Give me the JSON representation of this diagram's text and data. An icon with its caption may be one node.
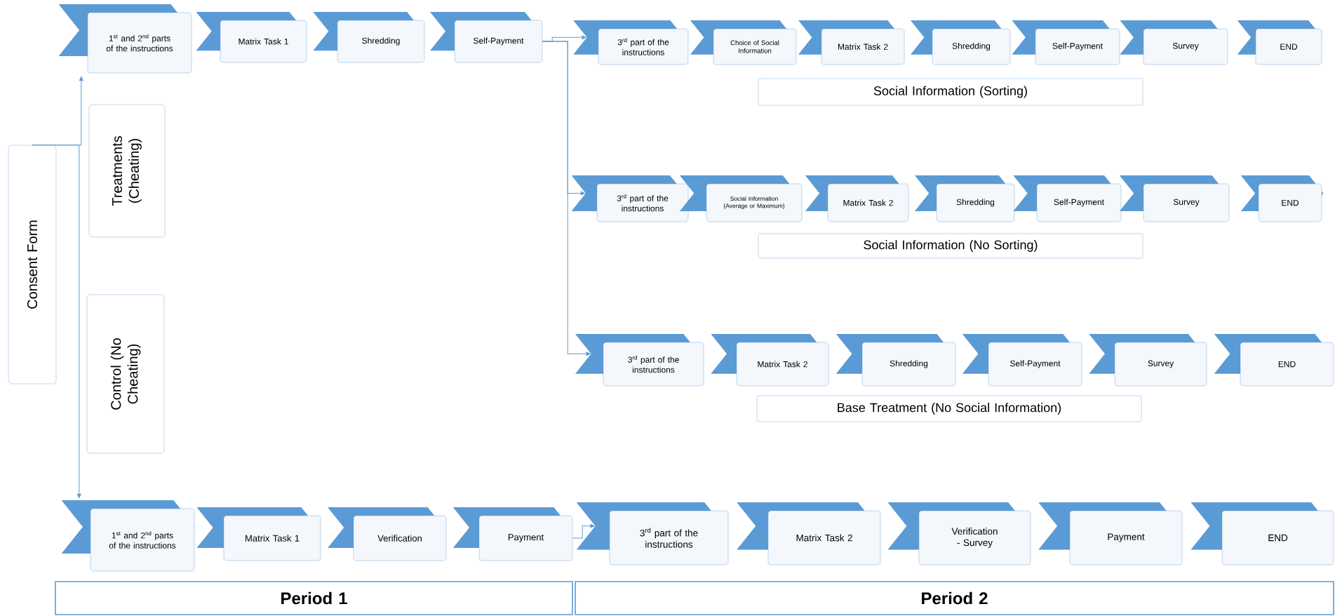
{
  "diagram": {
    "nodes": [
      {
        "text": [
          "Consent Form"
        ]
      },
      {
        "text": [
          "Treatments (Cheating)"
        ]
      },
      {
        "text": [
          "Control (No Cheating)"
        ]
      },
      {
        "text": [
          "1$^{st}$ and 2$^{nd}$ parts of the instructions"
        ]
      },
      {
        "text": [
          "Matrix Task 1"
        ]
      },
      {
        "text": [
          "Shredding"
        ]
      },
      {
        "text": [
          "Self-Payment"
        ]
      },
      {
        "text": [
          "3$^{rd}$ part of the instructions"
        ]
      },
      {
        "text": [
          "Choice of Social Information"
        ]
      },
      {
        "text": [
          "Matrix Task 2"
        ]
      },
      {
        "text": [
          "Shredding"
        ]
      },
      {
        "text": [
          "Self-Payment"
        ]
      },
      {
        "text": [
          "Survey"
        ]
      },
      {
        "text": [
          "END"
        ]
      },
      {
        "text": [
          "Social Information (Sorting)"
        ]
      },
      {
        "text": [
          "3$^{rd}$ part of the instructions"
        ]
      },
      {
        "text": [
          "Social Information (Average or Maximum)"
        ]
      },
      {
        "text": [
          "Matrix Task 2"
        ]
      },
      {
        "text": [
          "Shredding"
        ]
      },
      {
        "text": [
          "Self-Payment"
        ]
      },
      {
        "text": [
          "Survey"
        ]
      },
      {
        "text": [
          "END"
        ]
      },
      {
        "text": [
          "Social Information (No Sorting)"
        ]
      },
      {
        "text": [
          "3$^{rd}$ part of the instructions"
        ]
      },
      {
        "text": [
          "Matrix Task 2"
        ]
      },
      {
        "text": [
          "Shredding"
        ]
      },
      {
        "text": [
          "Self-Payment"
        ]
      },
      {
        "text": [
          "Survey"
        ]
      },
      {
        "text": [
          "END"
        ]
      },
      {
        "text": [
          "Base Treatment (No Social Information)"
        ]
      },
      {
        "text": [
          "1$^{st}$ and 2$^{nd}$ parts of the instructions"
        ]
      },
      {
        "text": [
          "Matrix Task 1"
        ]
      },
      {
        "text": [
          "Verification"
        ]
      },
      {
        "text": [
          "Payment"
        ]
      },
      {
        "text": [
          "3$^{rd}$ part of the instructions"
        ]
      },
      {
        "text": [
          "Matrix Task 2"
        ]
      },
      {
        "text": [
          "Verification - Survey"
        ]
      },
      {
        "text": [
          "Payment"
        ]
      },
      {
        "text": [
          "END"
        ]
      },
      {
        "text": [
          "Period 1"
        ]
      },
      {
        "text": [
          "Period 2"
        ]
      }
    ],
    "edges": [
      {
        "from": 0,
        "to": 3,
        "arrow": "to"
      },
      {
        "from": 0,
        "to": 30,
        "arrow": "to"
      },
      {
        "from": 6,
        "to": 7,
        "arrow": "to"
      },
      {
        "from": 6,
        "to": 15,
        "arrow": "to"
      },
      {
        "from": 6,
        "to": 23,
        "arrow": "to"
      },
      {
        "from": 33,
        "to": 34,
        "arrow": "to"
      }
    ]
  }
}
